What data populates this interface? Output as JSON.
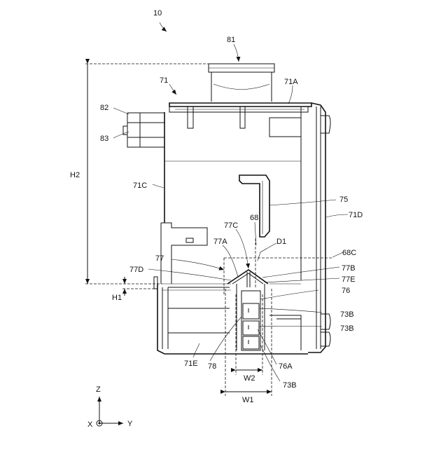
{
  "labels": {
    "ref_10": "10",
    "ref_81": "81",
    "ref_71": "71",
    "ref_71A": "71A",
    "ref_82": "82",
    "ref_83": "83",
    "ref_H2": "H2",
    "ref_71C": "71C",
    "ref_75": "75",
    "ref_71D": "71D",
    "ref_68": "68",
    "ref_77C": "77C",
    "ref_77A": "77A",
    "ref_D1": "D1",
    "ref_68C": "68C",
    "ref_77": "77",
    "ref_77D": "77D",
    "ref_77B": "77B",
    "ref_77E": "77E",
    "ref_H1": "H1",
    "ref_76": "76",
    "ref_73B_1": "73B",
    "ref_73B_2": "73B",
    "ref_71E": "71E",
    "ref_78": "78",
    "ref_76A": "76A",
    "ref_W2": "W2",
    "ref_73B_3": "73B",
    "ref_W1": "W1"
  },
  "axes": {
    "z": "Z",
    "x": "X",
    "y": "Y"
  }
}
